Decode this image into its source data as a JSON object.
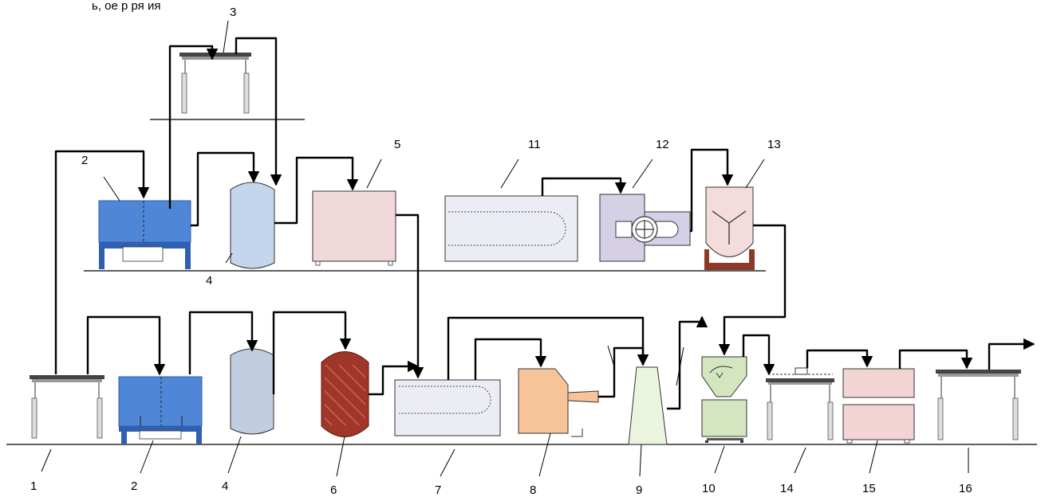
{
  "top_caption": "ь, ое р    ря ия",
  "labels": {
    "l1": "1",
    "l2a": "2",
    "l2b": "2",
    "l3": "3",
    "l4a": "4",
    "l4b": "4",
    "l5": "5",
    "l6": "6",
    "l7": "7",
    "l8": "8",
    "l9": "9",
    "l10": "10",
    "l11": "11",
    "l12": "12",
    "l13": "13",
    "l14": "14",
    "l15": "15",
    "l16": "16"
  },
  "colors": {
    "tank_blue": "#4f86d6",
    "tank_blue_dark": "#2f5fb0",
    "column_light_blue": "#c3d6ee",
    "column_grey_blue": "#c1cde0",
    "reactor_red": "#a0352a",
    "cabinet_pink": "#f2d9d9",
    "trough_lavender": "#ececf4",
    "granulator_purple": "#d5d0e6",
    "mixer_pink": "#f4dcdc",
    "stand_brown": "#8b3a2a",
    "extruder_orange": "#f7c49a",
    "cooler_green": "#eaf4de",
    "bin_green": "#d3e6bf",
    "press_pink": "#f2d4d4",
    "table_grey": "#999999"
  }
}
